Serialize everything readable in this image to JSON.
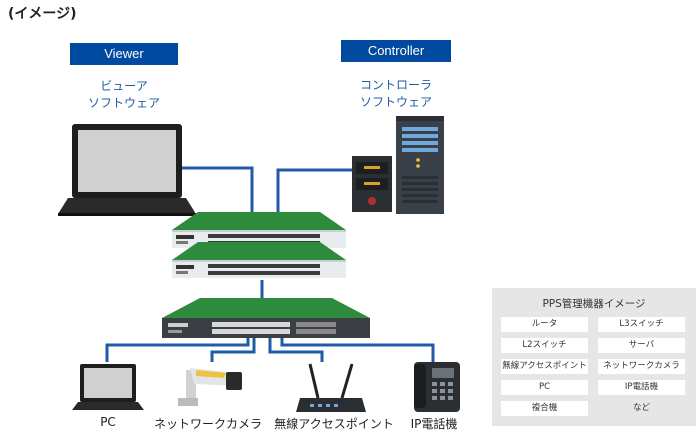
{
  "caption": "(イメージ)",
  "viewer": {
    "badge": "Viewer",
    "line1": "ビューア",
    "line2": "ソフトウェア"
  },
  "controller": {
    "badge": "Controller",
    "line1": "コントローラ",
    "line2": "ソフトウェア"
  },
  "devices": [
    "PC",
    "ネットワークカメラ",
    "無線アクセスポイント",
    "IP電話機"
  ],
  "panel": {
    "title": "PPS管理機器イメージ",
    "items": [
      "ルータ",
      "L3スイッチ",
      "L2スイッチ",
      "サーバ",
      "無線アクセスポイント",
      "ネットワークカメラ",
      "PC",
      "IP電話機",
      "複合機",
      "など"
    ]
  },
  "colors": {
    "badge": "#004a9f",
    "link": "#1f5ba6",
    "switch_green": "#2e8b3e",
    "panel_bg": "#e6e6e6"
  }
}
